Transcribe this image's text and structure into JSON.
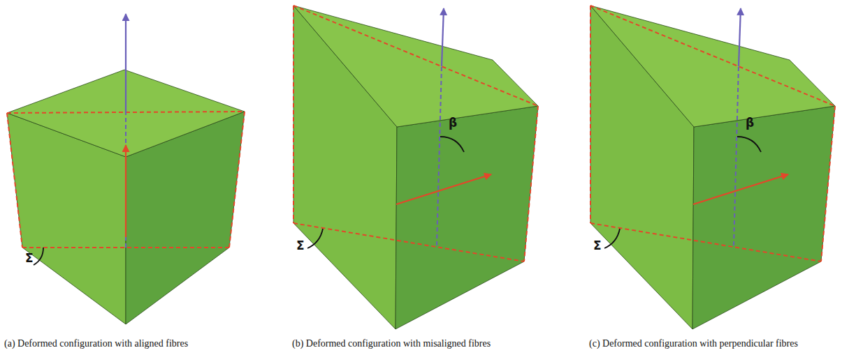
{
  "diagram": {
    "labels": [
      "Σ",
      "Σ",
      "β",
      "Σ",
      "β",
      "(a) Deformed configuration with aligned fibres",
      "(b) Deformed configuration with misaligned fibres",
      "(c) Deformed configuration with perpendicular fibres"
    ]
  }
}
